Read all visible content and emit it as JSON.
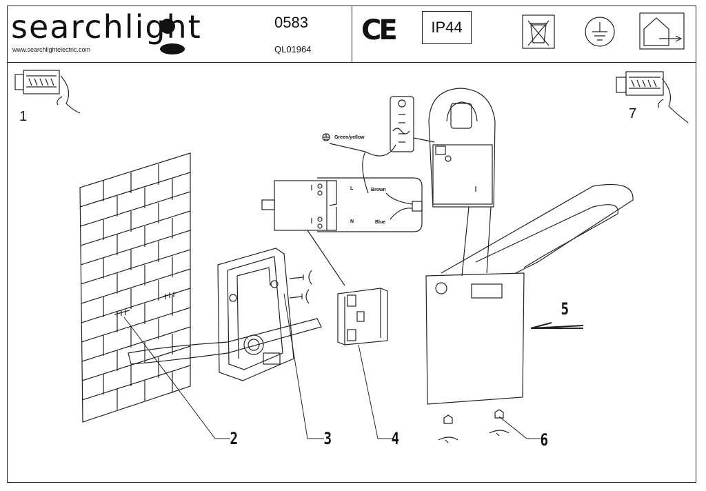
{
  "header": {
    "brand": "searchlight",
    "website": "www.searchlightelectric.com",
    "model_number": "0583",
    "product_code": "QL01964",
    "ce_mark": "CE",
    "ip_rating": "IP44",
    "icons": [
      "weee-bin-icon",
      "earth-symbol-icon",
      "indoor-outdoor-icon"
    ]
  },
  "steps": {
    "first": "1",
    "last": "7"
  },
  "wiring": {
    "earth_label": "Green/yellow",
    "brown_label": "Brown",
    "blue_label": "Blue",
    "terminal_l": "L",
    "terminal_n": "N"
  },
  "callouts": [
    "2",
    "3",
    "4",
    "5",
    "6"
  ]
}
